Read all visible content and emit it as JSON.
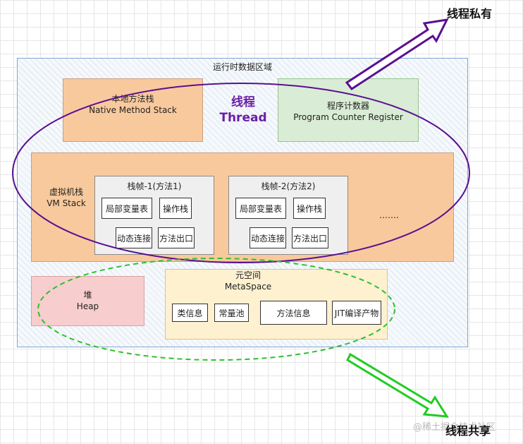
{
  "runtime_area": {
    "title": "运行时数据区域"
  },
  "native_stack": {
    "zh": "本地方法栈",
    "en": "Native Method Stack"
  },
  "thread": {
    "zh": "线程",
    "en": "Thread"
  },
  "pc_register": {
    "zh": "程序计数器",
    "en": "Program Counter Register"
  },
  "vm_stack": {
    "zh": "虚拟机栈",
    "en": "VM Stack",
    "frames": [
      {
        "title": "栈帧-1(方法1)",
        "items": [
          "局部变量表",
          "操作栈",
          "动态连接",
          "方法出口"
        ]
      },
      {
        "title": "栈帧-2(方法2)",
        "items": [
          "局部变量表",
          "操作栈",
          "动态连接",
          "方法出口"
        ]
      }
    ],
    "more": "……."
  },
  "heap": {
    "zh": "堆",
    "en": "Heap"
  },
  "metaspace": {
    "zh": "元空间",
    "en": "MetaSpace",
    "items": [
      "类信息",
      "常量池",
      "方法信息",
      "JIT编译产物"
    ]
  },
  "labels": {
    "private": "线程私有",
    "shared": "线程共享"
  },
  "watermark": "@稀土掘金技术社区",
  "colors": {
    "private": "#5b0f91",
    "shared": "#22cc22",
    "ellipse_shared": "#2ec02e"
  }
}
